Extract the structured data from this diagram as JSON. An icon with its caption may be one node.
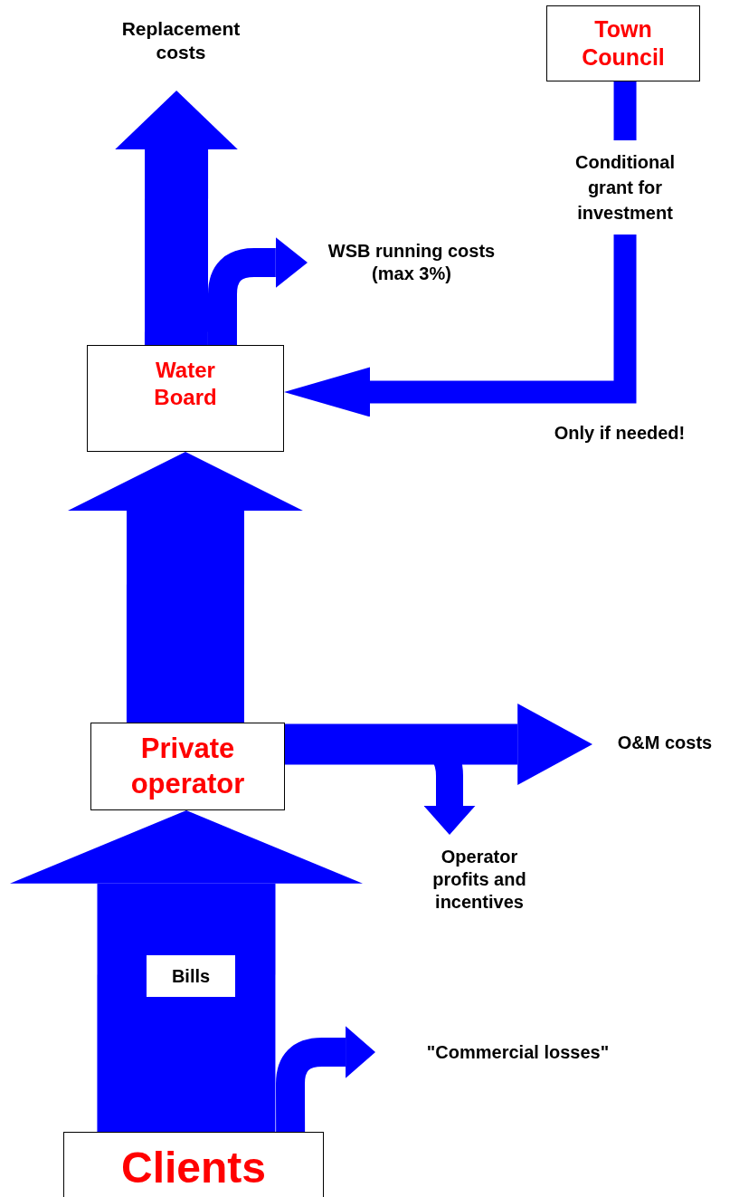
{
  "diagram": {
    "nodes": [
      {
        "text": [
          "Replacement costs"
        ]
      },
      {
        "text": [
          "Town Council"
        ]
      },
      {
        "text": [
          "WSB running costs (max 3%)"
        ]
      },
      {
        "text": [
          "Water Board"
        ]
      },
      {
        "text": [
          "Private operator"
        ]
      },
      {
        "text": [
          "O&M costs"
        ]
      },
      {
        "text": [
          "Operator profits and incentives"
        ]
      },
      {
        "text": [
          "\"Commercial losses\""
        ]
      },
      {
        "text": [
          "Clients"
        ]
      }
    ],
    "edges": [
      {
        "from": 3,
        "to": 0,
        "arrow": "to",
        "style": "thick"
      },
      {
        "from": 3,
        "to": 2,
        "arrow": "to"
      },
      {
        "from": 1,
        "to": 3,
        "arrow": "to",
        "label": "Conditional grant for investment"
      },
      {
        "from": 4,
        "to": 3,
        "arrow": "to",
        "style": "thick"
      },
      {
        "from": 4,
        "to": 5,
        "arrow": "to"
      },
      {
        "from": 4,
        "to": 6,
        "arrow": "to"
      },
      {
        "from": 8,
        "to": 4,
        "arrow": "to",
        "style": "thick",
        "label": "Bills"
      },
      {
        "from": 8,
        "to": 7,
        "arrow": "to"
      }
    ],
    "labels": [
      "Only if needed!"
    ]
  }
}
